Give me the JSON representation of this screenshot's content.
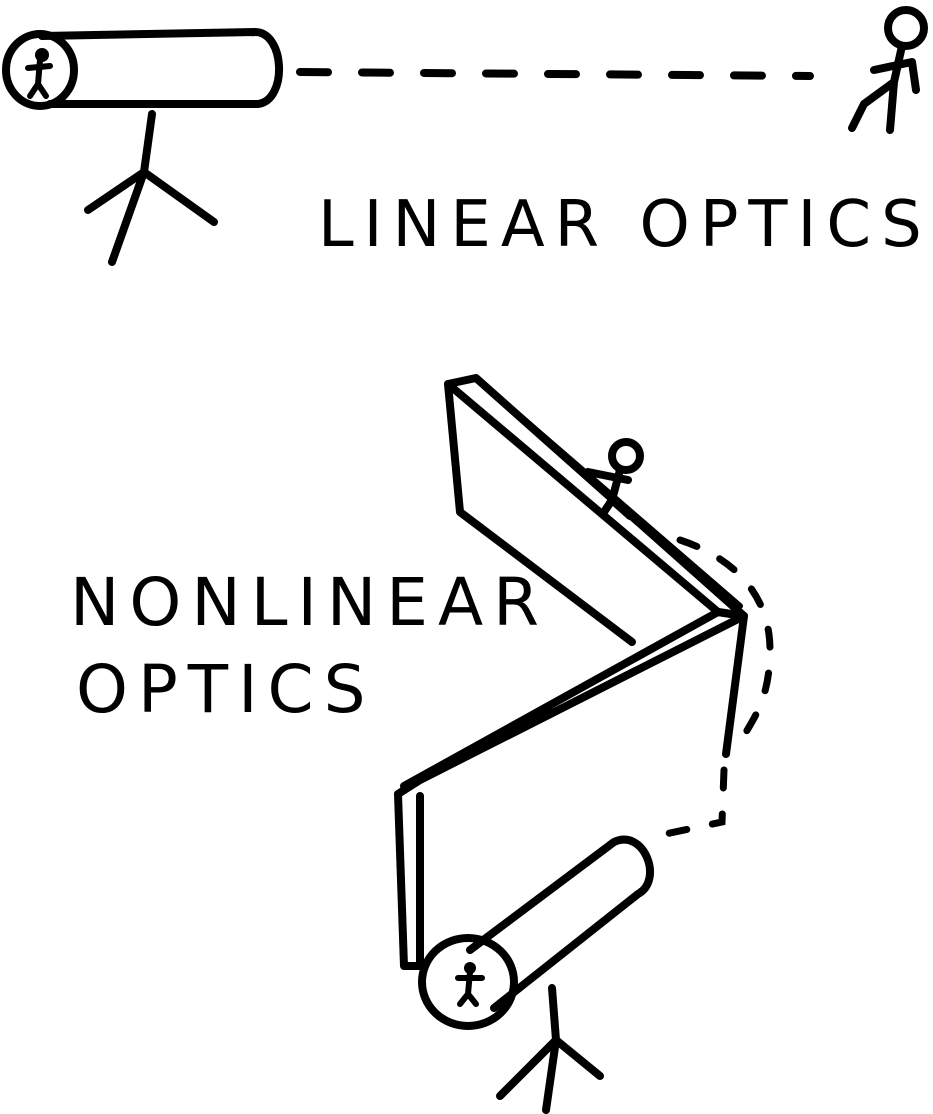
{
  "labels": {
    "linear": "LINEAR OPTICS",
    "nonlinear_line1": "NONLINEAR",
    "nonlinear_line2": "OPTICS"
  },
  "colors": {
    "ink": "#000000",
    "background": "#ffffff"
  }
}
